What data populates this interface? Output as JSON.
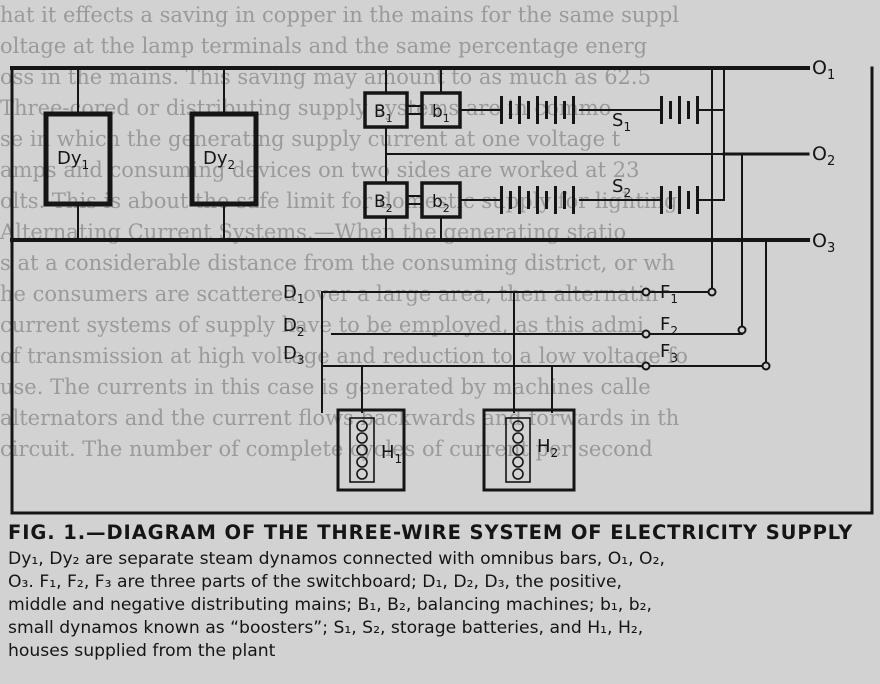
{
  "background_text": [
    "hat it effects a saving in copper in the mains for the same suppl",
    "oltage at the lamp terminals and the same percentage energ",
    "oss in the mains. This saving may amount to as much as 62.5",
    "Three-cored or distributing supply systems are in commo",
    "se in which the generating supply current at one voltage t",
    "amps and consuming devices on two sides are worked at 23",
    "olts. This is about the safe limit for domestic supply for lighting",
    "Alternating Current Systems.—When the generating statio",
    "s at a considerable distance from the consuming district, or wh",
    "he consumers are scattered over a large area, then alternatin",
    "current systems of supply have to be employed, as this admi",
    "of transmission at high voltage and reduction to a low voltage fo",
    "use. The currents in this case is generated by machines calle",
    "alternators and the current flows backwards and forwards in th",
    "circuit. The number of complete cycles of current per second"
  ],
  "diagram": {
    "bus_labels": {
      "o1": "O",
      "o2": "O",
      "o3": "O"
    },
    "dynamo_labels": [
      "Dy",
      "Dy"
    ],
    "balancer_labels": [
      "B",
      "B"
    ],
    "booster_labels": [
      "b",
      "b"
    ],
    "battery_labels": [
      "S",
      "S"
    ],
    "main_labels": [
      "D",
      "D",
      "D"
    ],
    "switch_labels": [
      "F",
      "F",
      "F"
    ],
    "house_labels": [
      "H",
      "H"
    ],
    "subscripts": {
      "one": "1",
      "two": "2",
      "three": "3"
    }
  },
  "caption": {
    "title": "FIG. 1.—DIAGRAM OF THE THREE-WIRE SYSTEM OF ELECTRICITY SUPPLY",
    "lines": [
      "Dy₁, Dy₂ are separate steam dynamos connected with omnibus bars, O₁, O₂,",
      "O₃. F₁, F₂, F₃ are three parts of the switchboard; D₁, D₂, D₃, the positive,",
      "middle and negative distributing mains; B₁, B₂, balancing machines; b₁, b₂,",
      "small dynamos known as “boosters”; S₁, S₂, storage batteries, and H₁, H₂,",
      "houses supplied from the plant"
    ]
  },
  "colors": {
    "paper": "#d2d2d2",
    "ink": "#151515",
    "bleed_text": "#9a9a9a"
  }
}
